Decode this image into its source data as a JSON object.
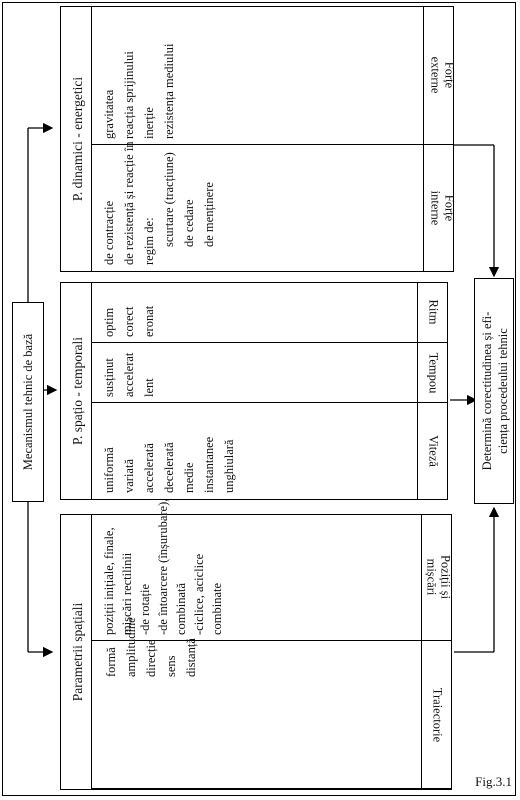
{
  "root": "Mecanismul tehnic de bază",
  "result": [
    "Determină corectitudinea și efi-",
    "ciența procedeului tehnic"
  ],
  "figure_label": "Fig.3.1",
  "panels": {
    "spatial": {
      "title": "Parametrii spațiali",
      "rows": [
        {
          "label": [
            "Traiectorie"
          ],
          "items": [
            "formă",
            "amplitudine",
            "direcție",
            "sens",
            "distanță"
          ]
        },
        {
          "label": [
            "Poziții și",
            "mișcări"
          ],
          "items": [
            "poziții inițiale, finale,",
            "mișcări rectilinii",
            "-de rotație",
            "-de întoarcere (înșurubare),",
            "combinată",
            "-ciclice, aciclice",
            "combinate"
          ]
        }
      ]
    },
    "temporal": {
      "title": "P. spațio - temporali",
      "rows": [
        {
          "label": [
            "Viteză"
          ],
          "items": [
            "uniformă",
            "variată",
            "accelerată",
            "decelerată",
            "medie",
            "instantanee",
            "unghiulară"
          ]
        },
        {
          "label": [
            "Tempou"
          ],
          "items": [
            "susținut",
            "accelerat",
            "lent"
          ]
        },
        {
          "label": [
            "Ritm"
          ],
          "items": [
            "optim",
            "corect",
            "eronat"
          ]
        }
      ]
    },
    "dynamic": {
      "title": "P. dinamici - energetici",
      "rows": [
        {
          "label": [
            "Forțe",
            "interne"
          ],
          "items": [
            "de contracție",
            "de rezistență și reacție în",
            "regim de:",
            "scurtare (tracțiune)",
            "de cedare",
            "de menținere"
          ]
        },
        {
          "label": [
            "Forțe",
            "externe"
          ],
          "items": [
            "gravitatea",
            "reacția sprijinului",
            "inerție",
            "rezistența mediului"
          ]
        }
      ]
    }
  }
}
